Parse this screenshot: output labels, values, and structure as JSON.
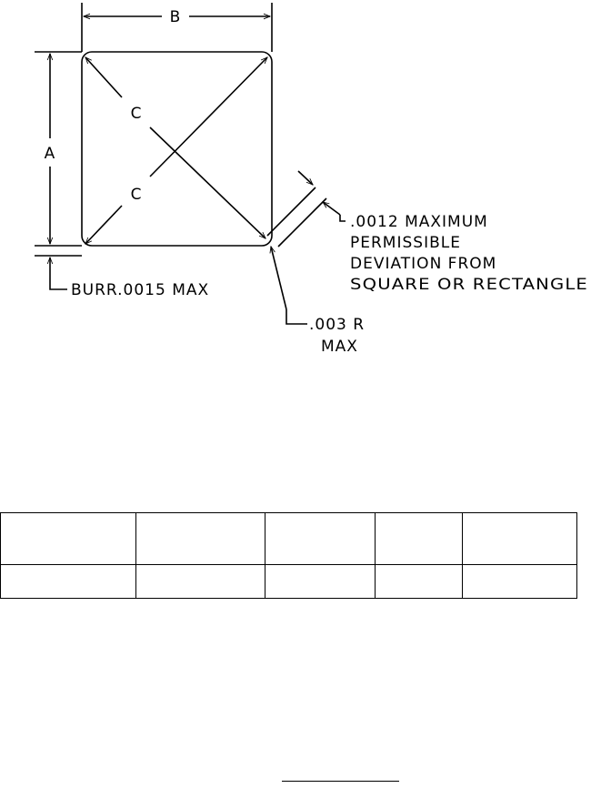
{
  "diagram": {
    "labels": {
      "b": "B",
      "a": "A",
      "c_upper": "C",
      "c_lower": "C",
      "burr": "BURR.0015 MAX",
      "deviation": [
        ".0012 MAXIMUM",
        "PERMISSIBLE",
        "DEVIATION FROM",
        "SQUARE OR RECTANGLE"
      ],
      "radius": [
        ".003 R",
        "MAX"
      ]
    }
  },
  "table": {
    "header": [
      "",
      "",
      "",
      "",
      ""
    ],
    "rows": [
      [
        "",
        "",
        "",
        "",
        ""
      ]
    ]
  },
  "colors": {
    "ink": "#000000",
    "background": "#ffffff"
  }
}
